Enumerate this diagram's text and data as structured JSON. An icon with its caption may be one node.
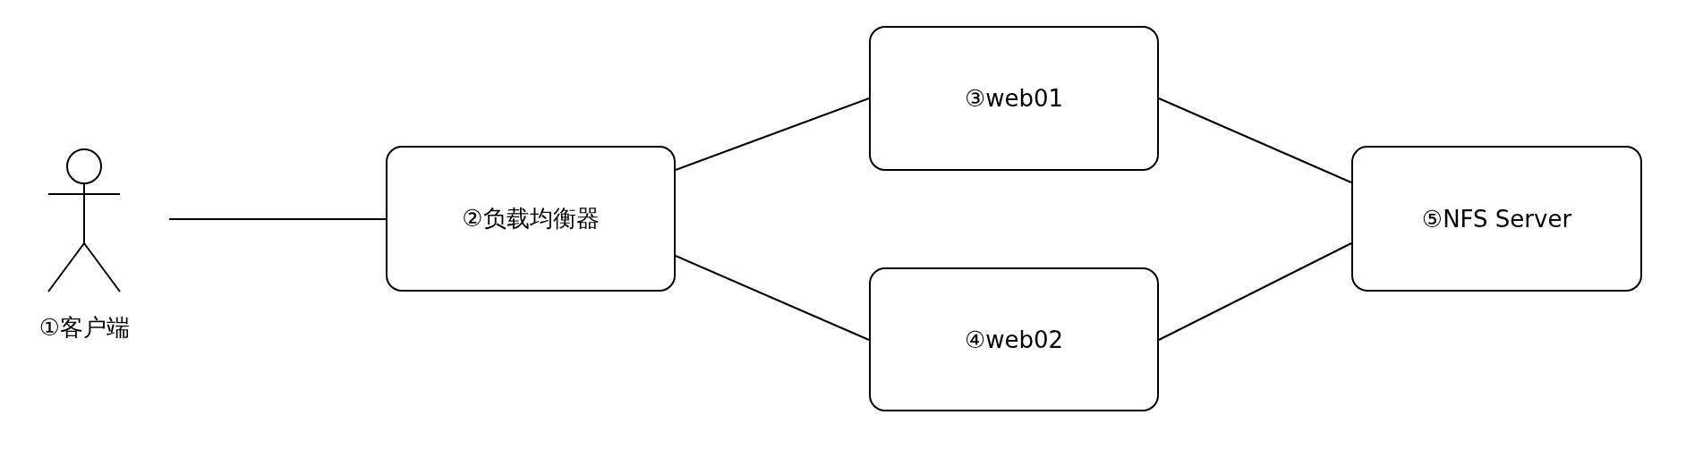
{
  "diagram": {
    "nodes": [
      {
        "text": [
          "①客户端"
        ]
      },
      {
        "text": [
          "②负载均衡器"
        ]
      },
      {
        "text": [
          "③web01"
        ]
      },
      {
        "text": [
          "④web02"
        ]
      },
      {
        "text": [
          "⑤NFS Server"
        ]
      }
    ],
    "edges": [
      {
        "from": 0,
        "to": 1,
        "arrow": "none"
      },
      {
        "from": 1,
        "to": 2,
        "arrow": "none"
      },
      {
        "from": 1,
        "to": 3,
        "arrow": "none"
      },
      {
        "from": 2,
        "to": 4,
        "arrow": "none"
      },
      {
        "from": 3,
        "to": 4,
        "arrow": "none"
      }
    ]
  }
}
